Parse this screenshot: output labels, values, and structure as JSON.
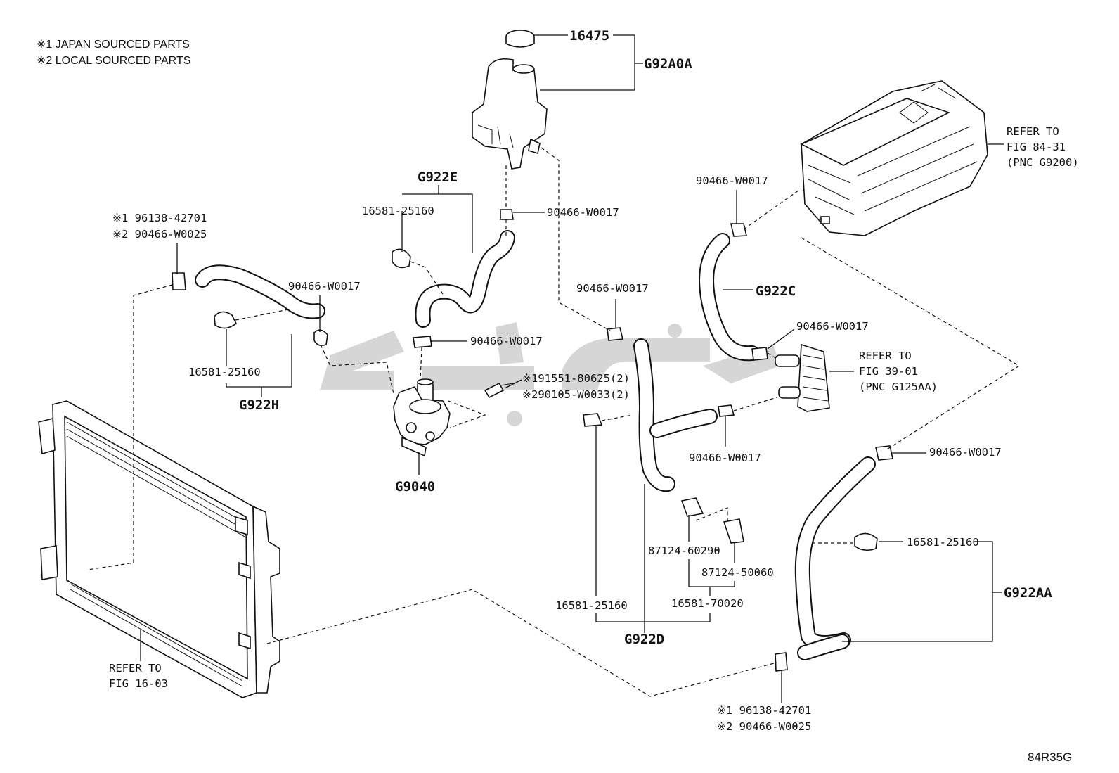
{
  "notes": {
    "japan": "※1 JAPAN SOURCED PARTS",
    "local": "※2 LOCAL SOURCED PARTS"
  },
  "figure_code": "84R35G",
  "labels": {
    "cap_16475": "16475",
    "tank_g92a0a": "G92A0A",
    "g922e": "G922E",
    "clamp_e_16581": "16581-25160",
    "clip_tank_90466": "90466-W0017",
    "rad_clamp_j": "※1 96138-42701",
    "rad_clamp_l": "※2 90466-W0025",
    "h_clip_90466": "90466-W0017",
    "h_clamp_16581": "16581-25160",
    "g922h": "G922H",
    "pump_clip_90466": "90466-W0017",
    "bolt_j": "※191551-80625(2)",
    "bolt_l": "※290105-W0033(2)",
    "g9040": "G9040",
    "d_clip_90466": "90466-W0017",
    "inv_clip_90466": "90466-W0017",
    "g922c": "G922C",
    "c_clip_90466": "90466-W0017",
    "cooler_clip_90466": "90466-W0017",
    "ref_39_1": "REFER TO",
    "ref_39_2": "FIG 39-01",
    "ref_39_3": "(PNC G125AA)",
    "ref_84_1": "REFER TO",
    "ref_84_2": "FIG 84-31",
    "ref_84_3": "(PNC G9200)",
    "aa_clip_90466": "90466-W0017",
    "aa_clamp_16581": "16581-25160",
    "g922aa": "G922AA",
    "bracket_87124_60290": "87124-60290",
    "bracket_87124_50060": "87124-50060",
    "d_clamp_16581": "16581-25160",
    "clamp_16581_70020": "16581-70020",
    "g922d": "G922D",
    "ref_16_1": "REFER TO",
    "ref_16_2": "FIG 16-03",
    "bot_clamp_j": "※1 96138-42701",
    "bot_clamp_l": "※2 90466-W0025"
  }
}
